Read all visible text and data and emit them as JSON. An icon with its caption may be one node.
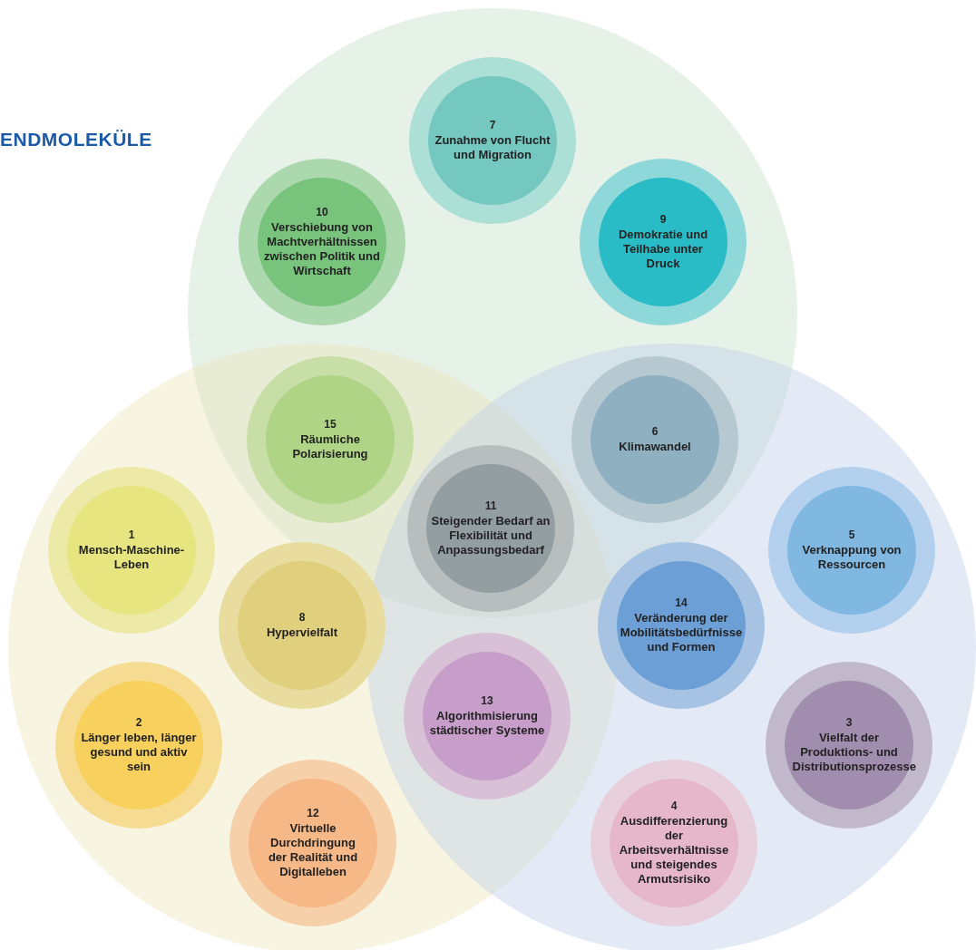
{
  "diagram": {
    "title": "ENDMOLEKÜLE",
    "nodes": [
      {
        "text": [],
        "shape": "circle"
      },
      {
        "text": [],
        "shape": "circle"
      },
      {
        "text": [],
        "shape": "circle"
      },
      {
        "text": [
          "7",
          "Zunahme von Flucht und Migration"
        ],
        "in": 0
      },
      {
        "text": [
          "10",
          "Verschiebung von Machtverhältnissen zwischen Politik und Wirtschaft"
        ],
        "in": 0
      },
      {
        "text": [
          "9",
          "Demokratie und Teilhabe unter Druck"
        ],
        "in": 0
      },
      {
        "text": [
          "15",
          "Räumliche Polarisierung"
        ]
      },
      {
        "text": [
          "6",
          "Klimawandel"
        ]
      },
      {
        "text": [
          "11",
          "Steigender Bedarf an Flexibilität und Anpassungsbedarf"
        ]
      },
      {
        "text": [
          "5",
          "Verknappung von Ressourcen"
        ],
        "in": 2
      },
      {
        "text": [
          "1",
          "Mensch-Maschine-Leben"
        ],
        "in": 1
      },
      {
        "text": [
          "8",
          "Hypervielfalt"
        ],
        "in": 1
      },
      {
        "text": [
          "14",
          "Veränderung der Mobilitätsbedürfnisse und Formen"
        ],
        "in": 2
      },
      {
        "text": [
          "13",
          "Algorithmisierung städtischer Systeme"
        ]
      },
      {
        "text": [
          "3",
          "Vielfalt der Produktions- und Distributionsprozesse"
        ],
        "in": 2
      },
      {
        "text": [
          "2",
          "Länger leben, länger gesund und aktiv sein"
        ],
        "in": 1
      },
      {
        "text": [
          "12",
          "Virtuelle Durchdringung der Realität und Digitalleben"
        ],
        "in": 1
      },
      {
        "text": [
          "4",
          "Ausdifferenzierung der Arbeitsverhältnisse und steigendes Armutsrisiko"
        ],
        "in": 2
      }
    ],
    "edges": []
  }
}
